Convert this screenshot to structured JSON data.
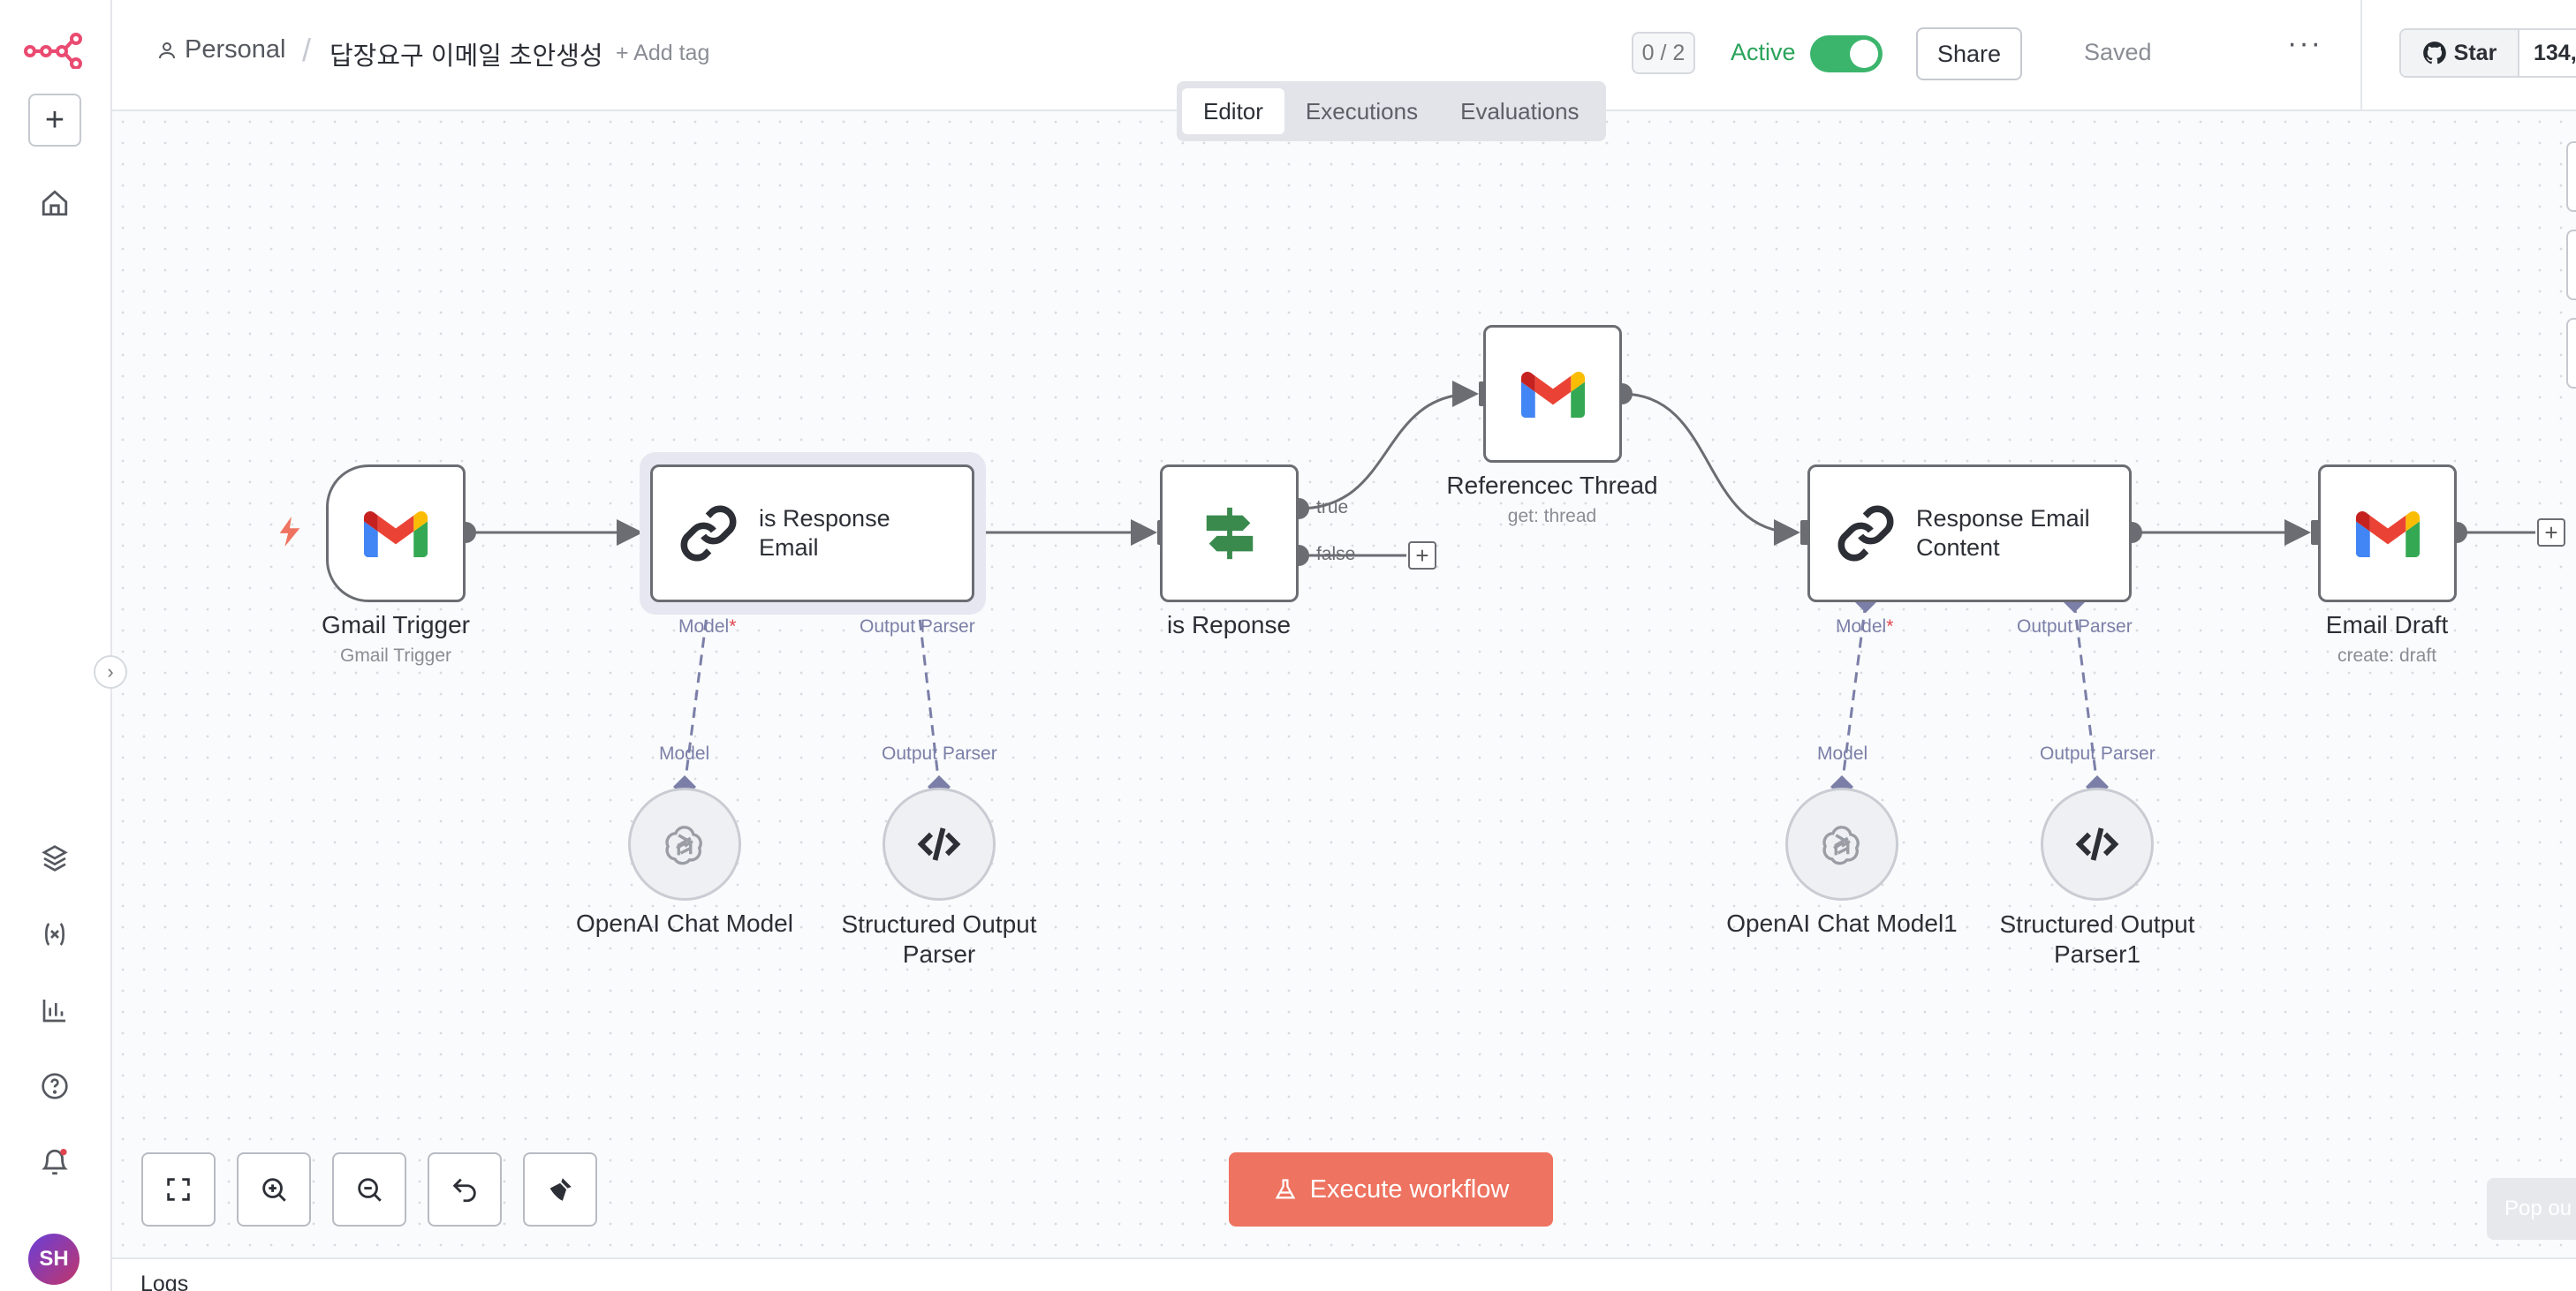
{
  "sidebar": {
    "new_label": "+",
    "avatar_initials": "SH",
    "collapse_glyph": "›"
  },
  "header": {
    "project": "Personal",
    "separator": "/",
    "workflow_title": "답장요구 이메일 초안생성",
    "add_tag": "+ Add tag",
    "count": "0 / 2",
    "active_label": "Active",
    "share": "Share",
    "saved": "Saved",
    "more": "···",
    "github_star": "Star",
    "github_count": "134,"
  },
  "tabs": [
    {
      "label": "Editor",
      "active": true
    },
    {
      "label": "Executions",
      "active": false
    },
    {
      "label": "Evaluations",
      "active": false
    }
  ],
  "nodes": {
    "gmail_trigger": {
      "label": "Gmail Trigger",
      "sub": "Gmail Trigger"
    },
    "is_response_email": {
      "title": "is Response Email"
    },
    "is_reponse": {
      "label": "is Reponse",
      "true_label": "true",
      "false_label": "false"
    },
    "reference_thread": {
      "label": "Referencec Thread",
      "sub": "get: thread"
    },
    "response_email_content": {
      "title": "Response Email Content"
    },
    "email_draft": {
      "label": "Email Draft",
      "sub": "create: draft"
    },
    "openai_model": {
      "label": "OpenAI Chat Model"
    },
    "parser": {
      "label": "Structured Output Parser"
    },
    "openai_model1": {
      "label": "OpenAI Chat Model1"
    },
    "parser1": {
      "label": "Structured Output Parser1"
    }
  },
  "ports": {
    "model": "Model",
    "required": "*",
    "output_parser": "Output Parser"
  },
  "controls": {
    "execute": "Execute workflow",
    "popout": "Pop ou"
  },
  "logs": {
    "label": "Logs"
  },
  "colors": {
    "accent": "#ee7360",
    "active_green": "#3bb56c",
    "node_border": "#6b6d73",
    "sub_port": "#7b7fa8"
  }
}
